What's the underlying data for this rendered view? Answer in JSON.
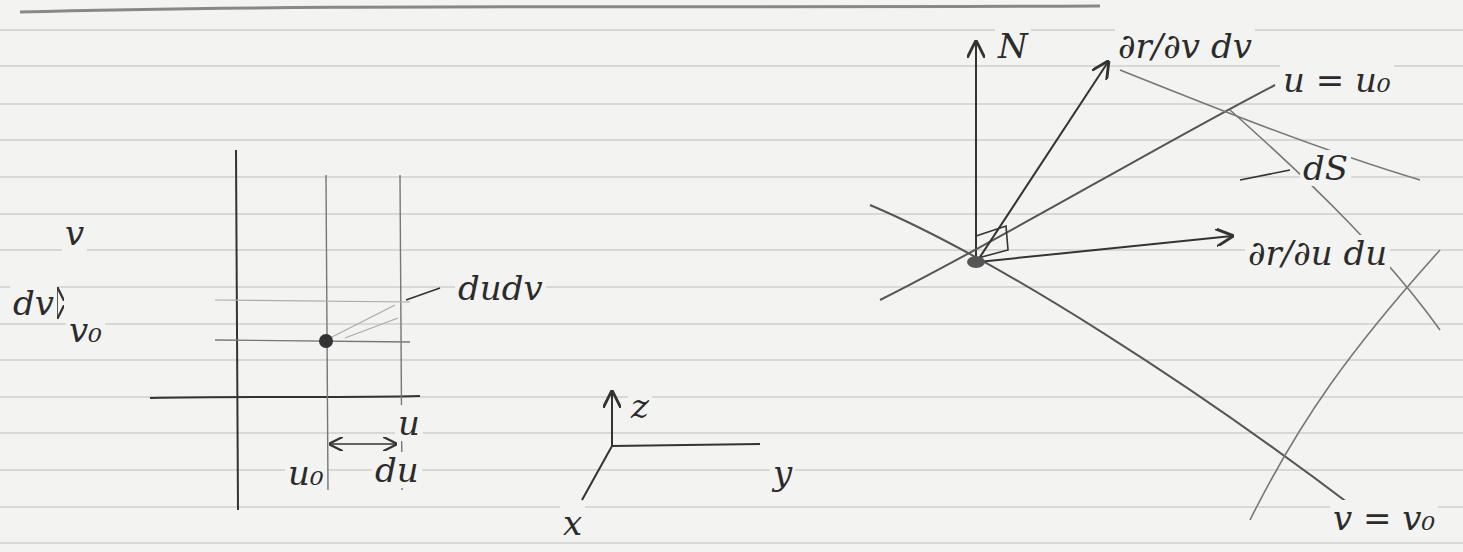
{
  "diagram": {
    "labels": [
      "v",
      "dv",
      "v₀",
      "dudv",
      "u",
      "u₀",
      "du",
      "z",
      "y",
      "x",
      "N",
      "∂r/∂v dv",
      "u = u₀",
      "dS",
      "∂r/∂u du",
      "v = v₀"
    ]
  }
}
